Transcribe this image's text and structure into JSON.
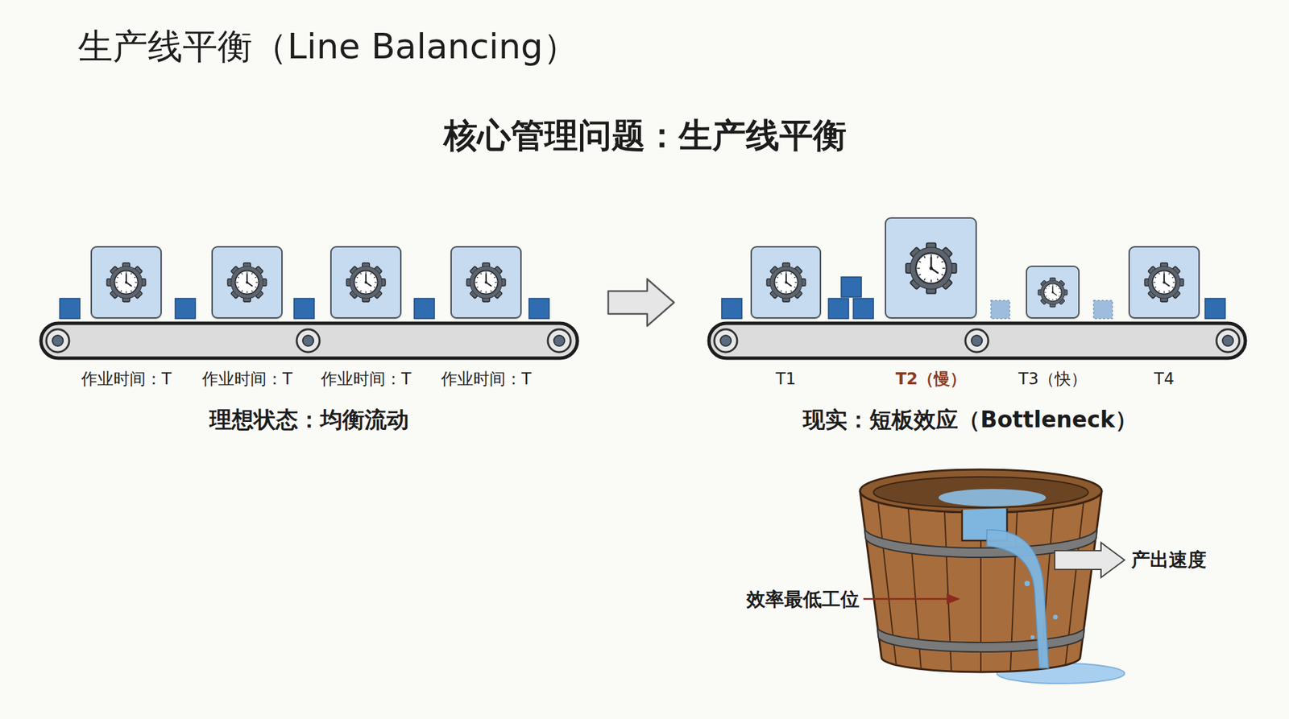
{
  "diagram": {
    "title": "生产线平衡（Line Balancing）",
    "nodes": [
      {
        "text": [
          "理想状态：均衡流动"
        ]
      },
      {
        "text": [
          "作业时间：T"
        ],
        "in": 0
      },
      {
        "text": [
          "作业时间：T"
        ],
        "in": 0
      },
      {
        "text": [
          "作业时间：T"
        ],
        "in": 0
      },
      {
        "text": [
          "作业时间：T"
        ],
        "in": 0
      },
      {
        "text": [
          "现实：短板效应（Bottleneck）"
        ]
      },
      {
        "text": [
          "T1"
        ],
        "in": 5
      },
      {
        "text": [
          "T2（慢）"
        ],
        "in": 5
      },
      {
        "text": [
          "T3（快）"
        ],
        "in": 5
      },
      {
        "text": [
          "T4"
        ],
        "in": 5
      }
    ],
    "edges": [
      {
        "from": 0,
        "to": 5,
        "arrow": "to"
      }
    ],
    "labels": [
      "核心管理问题：生产线平衡",
      "产出速度",
      "效率最低工位"
    ]
  }
}
